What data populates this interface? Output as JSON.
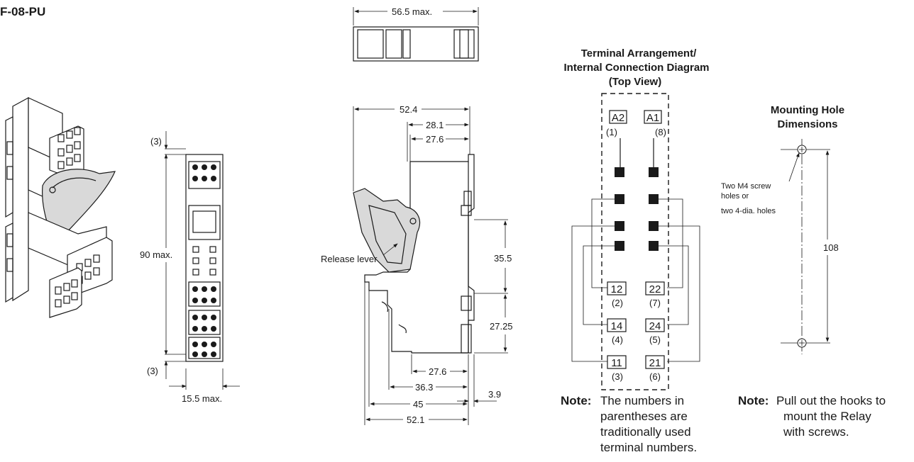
{
  "model_label": "F-08-PU",
  "top_view": {
    "width_dim": "56.5 max."
  },
  "front_view": {
    "height_dim": "90 max.",
    "top_gap": "(3)",
    "bottom_gap": "(3)",
    "width_dim": "15.5 max."
  },
  "side_view": {
    "dim_total_top": "52.4",
    "dim_281": "28.1",
    "dim_276_top": "27.6",
    "dim_355": "35.5",
    "dim_2725": "27.25",
    "dim_276_bottom": "27.6",
    "dim_363": "36.3",
    "dim_45": "45",
    "dim_39": "3.9",
    "dim_521": "52.1",
    "release_lever": "Release lever"
  },
  "terminal_diagram": {
    "title_line1": "Terminal Arrangement/",
    "title_line2": "Internal Connection Diagram",
    "title_line3": "(Top View)",
    "terminals": [
      {
        "id": "A2",
        "num": "(1)"
      },
      {
        "id": "A1",
        "num": "(8)"
      },
      {
        "id": "12",
        "num": "(2)"
      },
      {
        "id": "22",
        "num": "(7)"
      },
      {
        "id": "14",
        "num": "(4)"
      },
      {
        "id": "24",
        "num": "(5)"
      },
      {
        "id": "11",
        "num": "(3)"
      },
      {
        "id": "21",
        "num": "(6)"
      }
    ],
    "note_label": "Note:",
    "note_lines": [
      "The numbers in",
      "parentheses are",
      "traditionally used",
      "terminal numbers."
    ]
  },
  "mounting_hole": {
    "title_line1": "Mounting Hole",
    "title_line2": "Dimensions",
    "desc_lines": [
      "Two M4 screw",
      "holes or",
      "two 4-dia. holes"
    ],
    "spacing_dim": "108",
    "note_label": "Note:",
    "note_lines": [
      "Pull out the hooks to",
      "mount the Relay",
      "with screws."
    ]
  }
}
